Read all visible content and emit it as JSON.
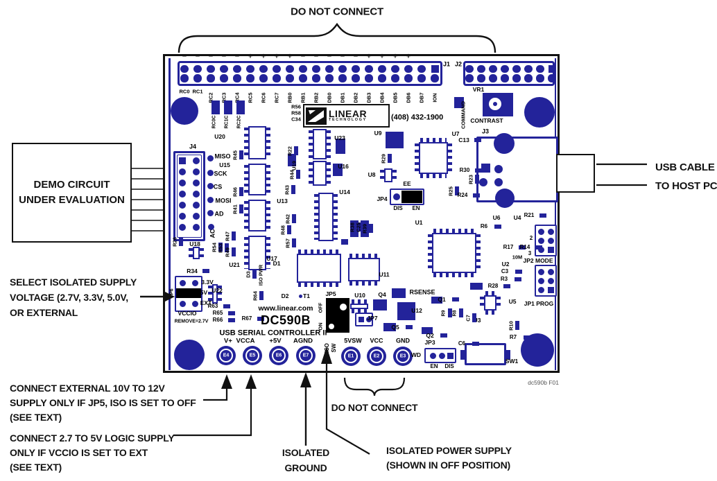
{
  "annotations": {
    "top_note": "DO NOT CONNECT",
    "demo_box": [
      "DEMO CIRCUIT",
      "UNDER EVALUATION"
    ],
    "usb_cable": [
      "USB CABLE",
      "TO HOST PC"
    ],
    "select_supply": [
      "SELECT ISOLATED SUPPLY",
      "VOLTAGE (2.7V, 3.3V, 5.0V,",
      "OR EXTERNAL"
    ],
    "connect_external": [
      "CONNECT EXTERNAL 10V TO 12V",
      "SUPPLY ONLY IF JP5, ISO IS SET TO OFF",
      "(SEE TEXT)"
    ],
    "connect_logic": [
      "CONNECT 2.7 TO 5V LOGIC SUPPLY",
      "ONLY IF VCCIO IS SET TO EXT",
      "(SEE TEXT)"
    ],
    "isolated_ground": [
      "ISOLATED",
      "GROUND"
    ],
    "isolated_power": [
      "ISOLATED POWER SUPPLY",
      "(SHOWN IN OFF POSITION)"
    ],
    "bottom_note": "DO NOT CONNECT",
    "fig_ref": "dc590b F01"
  },
  "board": {
    "colors": {
      "silk": "#23239a",
      "jumper": "#000000",
      "outline": "#111111"
    },
    "logo": {
      "line1": "LINEAR",
      "line2": "TECHNOLOGY"
    },
    "phone": "(408) 432-1900",
    "url": "www.linear.com",
    "model": "DC590B",
    "subtitle": "USB SERIAL CONTROLLER II",
    "j1": {
      "marks": [
        "−",
        "−",
        "−",
        "−",
        "−",
        "+",
        "+",
        "+",
        "+",
        "−",
        "−",
        "−",
        "−",
        "−",
        "+",
        "+",
        "+",
        "+",
        "",
        ""
      ],
      "pin_labels": [
        "RC0",
        "RC1",
        "RC2",
        "RC3",
        "RC4",
        "RC5",
        "RC6",
        "RC7",
        "RB0",
        "RB1",
        "RB2",
        "DB0",
        "DB1",
        "DB2",
        "DB3",
        "DB4",
        "DB5",
        "DB6",
        "DB7",
        "ION"
      ]
    },
    "terminals": [
      [
        "E4",
        326,
        513
      ],
      [
        "E5",
        364,
        513
      ],
      [
        "E6",
        402,
        513
      ],
      [
        "E7",
        441,
        513
      ],
      [
        "E1",
        506,
        514
      ],
      [
        "E2",
        543,
        514
      ],
      [
        "E3",
        581,
        514
      ]
    ],
    "ref_labels": [
      [
        "J1",
        644,
        93,
        0,
        9
      ],
      [
        "J2",
        661,
        93,
        0,
        9
      ],
      [
        "RC0C",
        309,
        176,
        1,
        7
      ],
      [
        "RC1C",
        327,
        176,
        1,
        7
      ],
      [
        "RC2C",
        345,
        176,
        1,
        7
      ],
      [
        "R56",
        427,
        154,
        0,
        7.5
      ],
      [
        "R58",
        427,
        163,
        0,
        7.5
      ],
      [
        "C34",
        427,
        172,
        0,
        7.5
      ],
      [
        "COMMAND",
        668,
        166,
        1,
        7.5
      ],
      [
        "VR1",
        690,
        129,
        0,
        8.5
      ],
      [
        "CONTRAST",
        702,
        174,
        0,
        8.5
      ],
      [
        "U20",
        317,
        197,
        0,
        8.5
      ],
      [
        "U23",
        490,
        199,
        0,
        8.5
      ],
      [
        "U9",
        545,
        192,
        0,
        8.5
      ],
      [
        "U8",
        536,
        252,
        0,
        8.5
      ],
      [
        "U16",
        495,
        240,
        0,
        8.5
      ],
      [
        "U14",
        497,
        277,
        0,
        8.5
      ],
      [
        "R29",
        553,
        229,
        1,
        7.5
      ],
      [
        "R22",
        418,
        218,
        1,
        7.5
      ],
      [
        "U19",
        424,
        239,
        1,
        7.5
      ],
      [
        "J4",
        278,
        212,
        0,
        9
      ],
      [
        "MISO",
        321,
        226,
        0,
        9
      ],
      [
        "U15",
        324,
        238,
        0,
        8.5
      ],
      [
        "SCK",
        318,
        251,
        0,
        9
      ],
      [
        "CS",
        314,
        270,
        0,
        9
      ],
      [
        "MOSI",
        322,
        290,
        0,
        9
      ],
      [
        "AD",
        316,
        309,
        0,
        9
      ],
      [
        "AC",
        307,
        337,
        1,
        9
      ],
      [
        "R45",
        339,
        224,
        1,
        7.5
      ],
      [
        "R46",
        339,
        277,
        1,
        7.5
      ],
      [
        "R41",
        339,
        302,
        1,
        7.5
      ],
      [
        "R47",
        328,
        341,
        1,
        7.5
      ],
      [
        "R54",
        309,
        357,
        1,
        7.5
      ],
      [
        "R53",
        318,
        358,
        1,
        7.5
      ],
      [
        "R49",
        328,
        364,
        1,
        7.5
      ],
      [
        "R44",
        421,
        252,
        1,
        7.5
      ],
      [
        "R43",
        414,
        274,
        1,
        7.5
      ],
      [
        "U13",
        407,
        290,
        0,
        8.5
      ],
      [
        "R42",
        415,
        316,
        1,
        7.5
      ],
      [
        "R48",
        408,
        332,
        1,
        7.5
      ],
      [
        "R57",
        415,
        351,
        1,
        7.5
      ],
      [
        "R38",
        508,
        328,
        1,
        7.5
      ],
      [
        "C25",
        517,
        328,
        1,
        7.5
      ],
      [
        "R39",
        526,
        330,
        1,
        7.5
      ],
      [
        "U18",
        281,
        352,
        0,
        8.5
      ],
      [
        "R26",
        252,
        349,
        1,
        7.5
      ],
      [
        "R34",
        277,
        391,
        0,
        8.5
      ],
      [
        "U21",
        338,
        382,
        0,
        8.5
      ],
      [
        "U17",
        392,
        373,
        0,
        8.5
      ],
      [
        "D1",
        399,
        380,
        0,
        8.5
      ],
      [
        "U7",
        657,
        193,
        0,
        8.5
      ],
      [
        "C13",
        669,
        202,
        0,
        8.5
      ],
      [
        "J3",
        700,
        190,
        0,
        9
      ],
      [
        "R30",
        670,
        246,
        0,
        8
      ],
      [
        "R23",
        679,
        259,
        1,
        7.5
      ],
      [
        "R25",
        650,
        276,
        1,
        7.5
      ],
      [
        "R24",
        667,
        282,
        0,
        8
      ],
      [
        "EE",
        587,
        265,
        0,
        8.5
      ],
      [
        "JP4",
        551,
        287,
        0,
        8.5
      ],
      [
        "DIS",
        574,
        301,
        0,
        8
      ],
      [
        "EN",
        600,
        301,
        0,
        8
      ],
      [
        "U1",
        604,
        321,
        0,
        8.5
      ],
      [
        "R6",
        698,
        327,
        0,
        8
      ],
      [
        "U6",
        716,
        314,
        0,
        8.5
      ],
      [
        "U4",
        746,
        314,
        0,
        8.5
      ],
      [
        "R21",
        763,
        311,
        0,
        8
      ],
      [
        "R17",
        733,
        357,
        0,
        8
      ],
      [
        "R14",
        757,
        357,
        0,
        8
      ],
      [
        "10M",
        746,
        371,
        0,
        7.5
      ],
      [
        "2",
        766,
        344,
        0,
        8
      ],
      [
        "3",
        764,
        366,
        0,
        8
      ],
      [
        "JP2 MODE",
        776,
        376,
        0,
        8.5
      ],
      [
        "JP1 PROG",
        777,
        438,
        0,
        8.5
      ],
      [
        "U2",
        729,
        381,
        0,
        8.5
      ],
      [
        "C3",
        728,
        392,
        0,
        8
      ],
      [
        "R3",
        727,
        403,
        0,
        8
      ],
      [
        "R28",
        711,
        413,
        0,
        8
      ],
      [
        "U5",
        739,
        435,
        0,
        8.5
      ],
      [
        "U3",
        688,
        462,
        0,
        8.5
      ],
      [
        "C7",
        675,
        459,
        1,
        7.5
      ],
      [
        "R10",
        737,
        470,
        1,
        7.5
      ],
      [
        "R7",
        740,
        487,
        0,
        8
      ],
      [
        "C6",
        666,
        496,
        0,
        8
      ],
      [
        "SW1",
        738,
        521,
        0,
        8.5
      ],
      [
        "U11",
        554,
        396,
        0,
        8.5
      ],
      [
        "RSENSE",
        609,
        422,
        0,
        9
      ],
      [
        "D2",
        411,
        427,
        0,
        8.5
      ],
      [
        "T1",
        442,
        427,
        0,
        8.5
      ],
      [
        "JP5",
        477,
        424,
        0,
        8.5
      ],
      [
        "OFF",
        462,
        444,
        1,
        7.5
      ],
      [
        "ON",
        462,
        471,
        1,
        7.5
      ],
      [
        "U10",
        519,
        426,
        0,
        8.5
      ],
      [
        "Q4",
        551,
        425,
        0,
        8.5
      ],
      [
        "JP7",
        537,
        459,
        0,
        8.5
      ],
      [
        "U12",
        601,
        448,
        0,
        8.5
      ],
      [
        "Q5",
        570,
        472,
        0,
        8.5
      ],
      [
        "Q1",
        637,
        432,
        0,
        8.5
      ],
      [
        "R9",
        640,
        452,
        1,
        7
      ],
      [
        "R8",
        656,
        452,
        1,
        7
      ],
      [
        "Q2",
        620,
        484,
        0,
        8.5
      ],
      [
        "JP3",
        620,
        494,
        0,
        8.5
      ],
      [
        "WD",
        600,
        512,
        0,
        8.5
      ],
      [
        "EN",
        626,
        529,
        0,
        8
      ],
      [
        "DIS",
        648,
        529,
        0,
        8
      ],
      [
        "ISO",
        472,
        502,
        1,
        8
      ],
      [
        "SW",
        482,
        502,
        1,
        8
      ],
      [
        "5VSW",
        509,
        492,
        0,
        9
      ],
      [
        "VCC",
        543,
        492,
        0,
        9
      ],
      [
        "GND",
        581,
        492,
        0,
        9
      ],
      [
        "V+",
        329,
        492,
        0,
        9.5
      ],
      [
        "VCCA",
        354,
        492,
        0,
        9.5
      ],
      [
        "+5V",
        397,
        492,
        0,
        9.5
      ],
      [
        "AGND",
        437,
        492,
        0,
        9.5
      ],
      [
        "3.3V",
        299,
        407,
        0,
        8.5
      ],
      [
        "5V",
        294,
        422,
        0,
        8.5
      ],
      [
        "EXT",
        297,
        437,
        0,
        8.5
      ],
      [
        "JP6",
        247,
        423,
        1,
        7.5
      ],
      [
        "VCCIO",
        270,
        452,
        0,
        8.5
      ],
      [
        "REMOVE=2.7V",
        276,
        464,
        0,
        7
      ],
      [
        "U22",
        313,
        419,
        0,
        8.5
      ],
      [
        "R63",
        307,
        442,
        0,
        8
      ],
      [
        "R65",
        314,
        452,
        0,
        8
      ],
      [
        "R66",
        314,
        462,
        0,
        8
      ],
      [
        "R67",
        356,
        460,
        0,
        8
      ],
      [
        "R64",
        368,
        427,
        1,
        7.5
      ],
      [
        "D3",
        358,
        396,
        1,
        7.5
      ],
      [
        "ISO PWR",
        377,
        397,
        1,
        7
      ]
    ]
  }
}
